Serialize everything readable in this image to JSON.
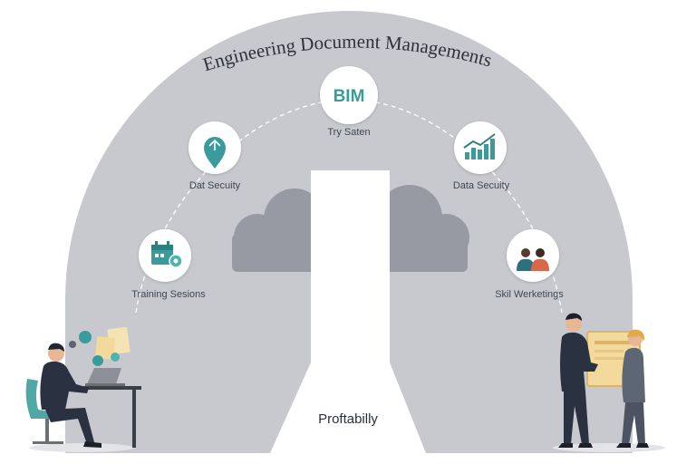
{
  "title": "Engineering Document Managements",
  "center_label": "Proftabilly",
  "nodes": [
    {
      "label": "Training Sesions",
      "icon": "calendar-gear-icon"
    },
    {
      "label": "Dat Secuity",
      "icon": "location-pin-icon"
    },
    {
      "label": "Try Saten",
      "icon": "bim-badge",
      "badge": "BIM"
    },
    {
      "label": "Data Secuity",
      "icon": "bar-chart-icon"
    },
    {
      "label": "Skil Werketings",
      "icon": "people-icon"
    }
  ],
  "colors": {
    "arch": "#c8c9cf",
    "cloud": "#979aa3",
    "accent": "#3a9a9c",
    "suit": "#2a3140",
    "chair": "#4fa8a6"
  }
}
